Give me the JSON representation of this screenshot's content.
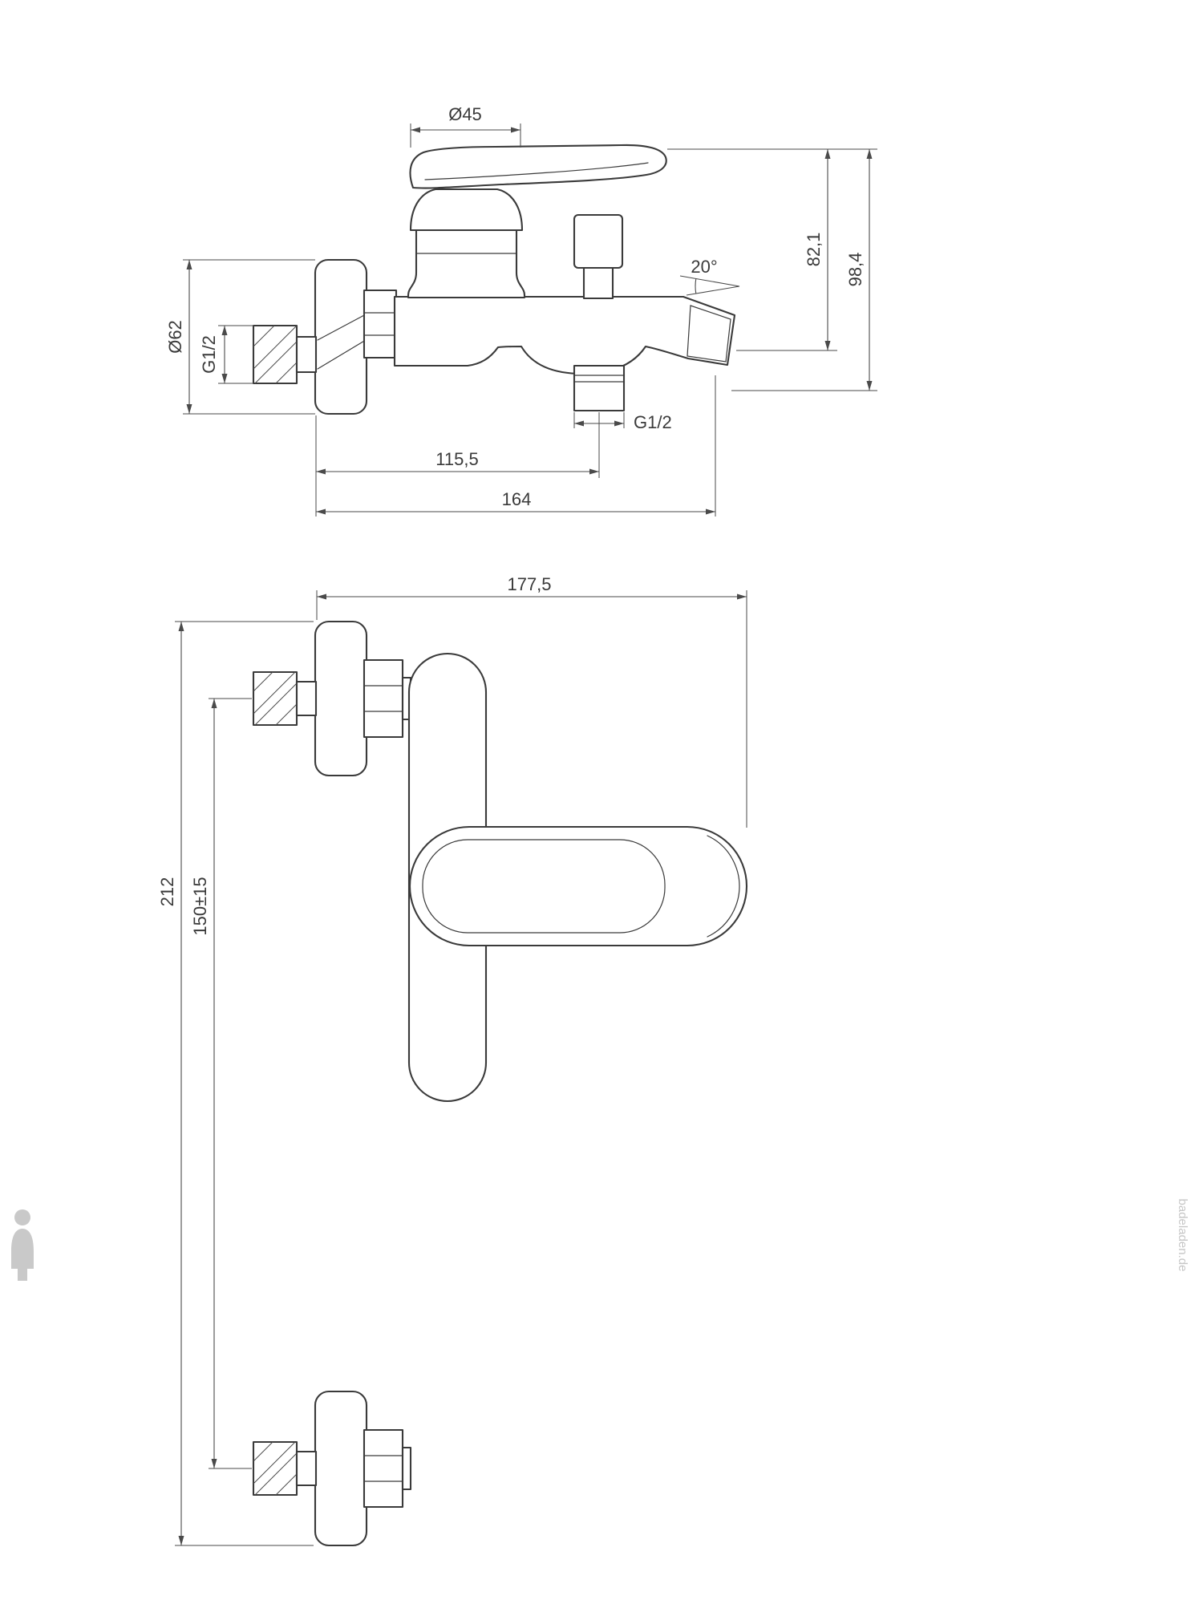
{
  "page": {
    "background": "#ffffff",
    "description": "Technical dimensional drawing of a wall-mounted single-lever bath mixer tap, two orthographic views"
  },
  "colors": {
    "line": "#3a3a3a",
    "dimension": "#4a4a4a",
    "watermark": "#c6c6c6"
  },
  "dims": {
    "cartridge_dia": "Ø45",
    "drop_to_spout": "82,1",
    "drop_total": "98,4",
    "escutcheon_dia": "Ø62",
    "inlet_thread": "G1/2",
    "spout_angle": "20°",
    "shower_outlet_thread": "G1/2",
    "reach_to_shower": "115,5",
    "reach_total": "164",
    "depth_total": "177,5",
    "height_total": "212",
    "inlet_spacing": "150±15"
  },
  "watermark": {
    "text": "badeladen.de"
  }
}
